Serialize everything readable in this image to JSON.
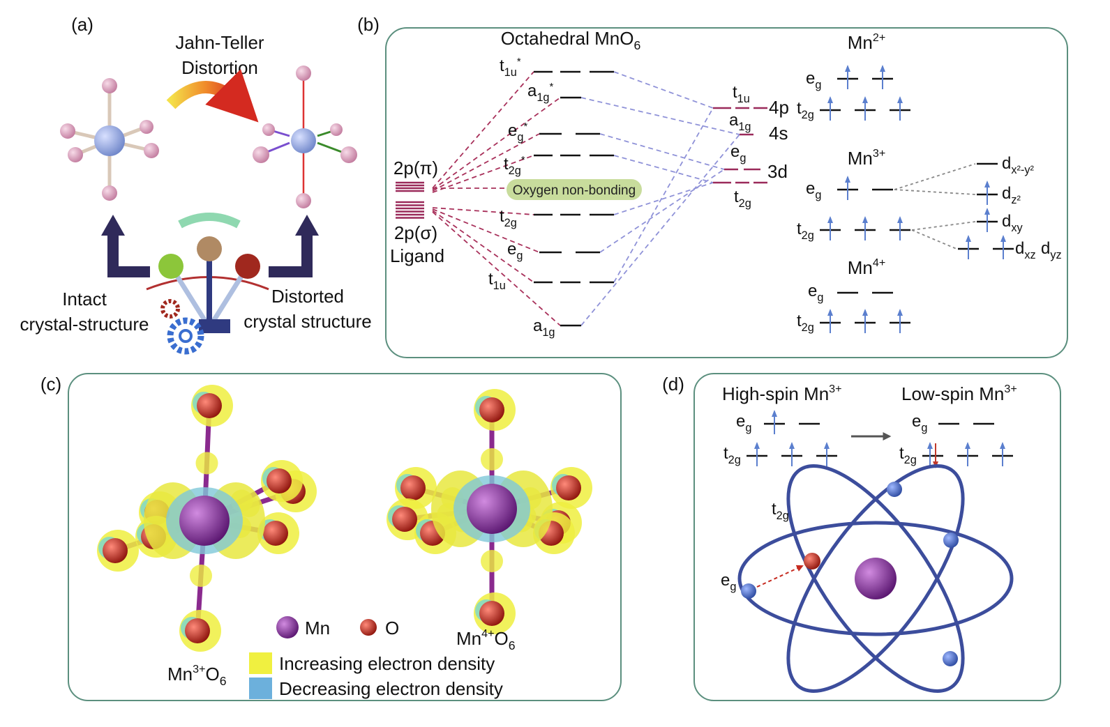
{
  "colors": {
    "panel_border": "#5b8f7e",
    "spin_up": "#5b7fce",
    "spin_down": "#c0392b",
    "ligand_line": "#a8305a",
    "metal_line": "#8f92d8",
    "mn_atom": "#7b2a8e",
    "o_atom": "#c0281e",
    "increasing": "#f0f040",
    "decreasing": "#5fb8d8"
  },
  "panel_a": {
    "tag": "(a)",
    "title_line1": "Jahn-Teller",
    "title_line2": "Distortion",
    "left_label_line1": "Intact",
    "left_label_line2": "crystal-structure",
    "right_label_line1": "Distorted",
    "right_label_line2": "crystal structure",
    "icons": [
      "octahedron-intact",
      "octahedron-distorted",
      "curved-arrow",
      "lever",
      "gear-icon"
    ]
  },
  "panel_b": {
    "tag": "(b)",
    "title": {
      "t": "Octahedral MnO",
      "sub": "6"
    },
    "ligand": {
      "pi": "2p(π)",
      "sigma": "2p(σ)",
      "label": "Ligand"
    },
    "nonbonding": "Oxygen non-bonding",
    "mo": {
      "t1u_star": {
        "t": "t",
        "sub": "1u",
        "sup": "*"
      },
      "a1g_star": {
        "t": "a",
        "sub": "1g",
        "sup": "*"
      },
      "eg_star": {
        "t": "e",
        "sub": "g",
        "sup": "*"
      },
      "t2g_star": {
        "t": "t",
        "sub": "2g",
        "sup": "*"
      },
      "t2g": {
        "t": "t",
        "sub": "2g"
      },
      "eg": {
        "t": "e",
        "sub": "g"
      },
      "t1u": {
        "t": "t",
        "sub": "1u"
      },
      "a1g": {
        "t": "a",
        "sub": "1g"
      }
    },
    "atomic": {
      "t1u": {
        "t": "t",
        "sub": "1u"
      },
      "a1g": {
        "t": "a",
        "sub": "1g"
      },
      "eg": {
        "t": "e",
        "sub": "g"
      },
      "t2g": {
        "t": "t",
        "sub": "2g"
      },
      "p4": "4p",
      "s4": "4s",
      "d3": "3d"
    },
    "ions": {
      "mn2": {
        "t": "Mn",
        "sup": "2+"
      },
      "mn3": {
        "t": "Mn",
        "sup": "3+"
      },
      "mn4": {
        "t": "Mn",
        "sup": "4+"
      },
      "eg": {
        "t": "e",
        "sub": "g"
      },
      "t2g": {
        "t": "t",
        "sub": "2g"
      },
      "dx2y2": {
        "t": "d",
        "sub": "x²-y²"
      },
      "dz2": {
        "t": "d",
        "sub": "z²"
      },
      "dxy": {
        "t": "d",
        "sub": "xy"
      },
      "dxz": {
        "t": "d",
        "sub": "xz"
      },
      "dyz": {
        "t": "d",
        "sub": "yz"
      }
    }
  },
  "panel_c": {
    "tag": "(c)",
    "left_label": {
      "t": "Mn",
      "sup": "3+",
      "t2": "O",
      "sub": "6"
    },
    "right_label": {
      "t": "Mn",
      "sup": "4+",
      "t2": "O",
      "sub": "6"
    },
    "legend": {
      "mn": "Mn",
      "o": "O",
      "increasing": "Increasing electron density",
      "decreasing": "Decreasing electron density"
    }
  },
  "panel_d": {
    "tag": "(d)",
    "high_spin": {
      "t": "High-spin Mn",
      "sup": "3+"
    },
    "low_spin": {
      "t": "Low-spin Mn",
      "sup": "3+"
    },
    "eg": {
      "t": "e",
      "sub": "g"
    },
    "t2g": {
      "t": "t",
      "sub": "2g"
    }
  }
}
